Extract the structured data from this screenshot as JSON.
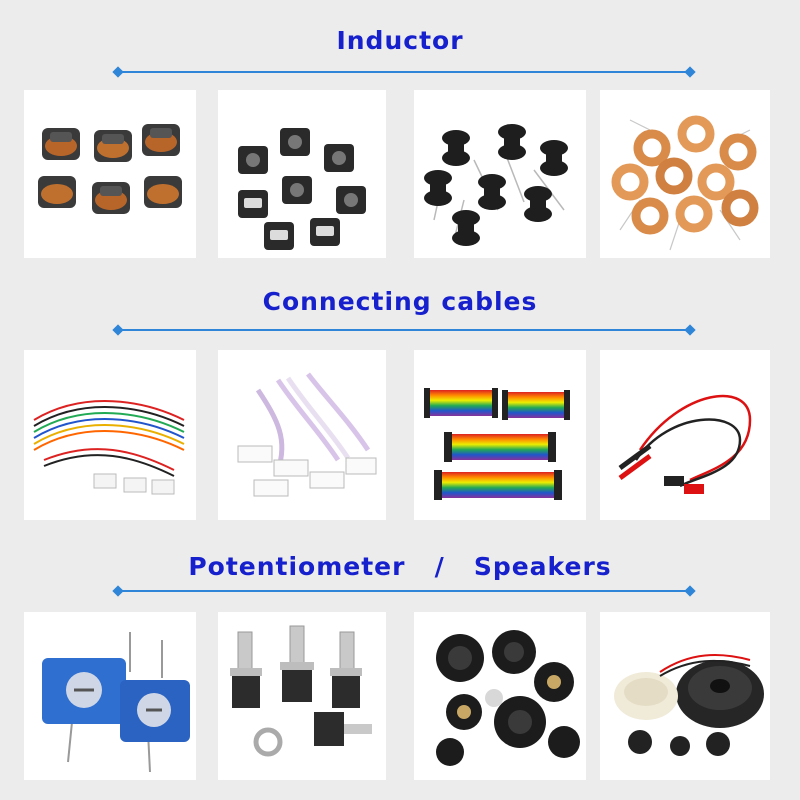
{
  "sections": [
    {
      "title": "Inductor",
      "products": [
        {
          "name": "smd-power-inductors-unshielded"
        },
        {
          "name": "smd-power-inductors-shielded"
        },
        {
          "name": "radial-drum-inductors"
        },
        {
          "name": "toroid-inductors"
        }
      ]
    },
    {
      "title": "Connecting cables",
      "products": [
        {
          "name": "jst-connector-wire-harness"
        },
        {
          "name": "ribbon-cable-connectors"
        },
        {
          "name": "dupont-jumper-wires"
        },
        {
          "name": "multimeter-test-leads"
        }
      ]
    },
    {
      "title": "Potentiometer   /   Speakers",
      "products": [
        {
          "name": "trimmer-potentiometers"
        },
        {
          "name": "rotary-encoders"
        },
        {
          "name": "mini-speakers"
        },
        {
          "name": "buzzers"
        }
      ]
    }
  ],
  "colors": {
    "title": "#1620cc",
    "divider": "#2f86d8",
    "background": "#ececec"
  }
}
